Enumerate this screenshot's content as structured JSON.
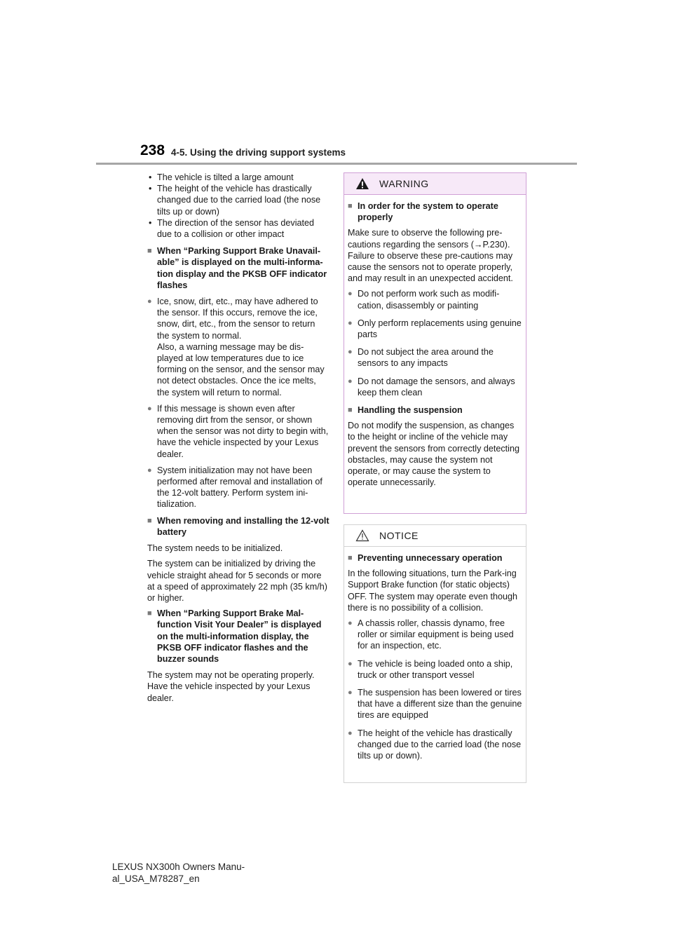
{
  "header": {
    "page_number": "238",
    "section_title": "4-5. Using the driving support systems"
  },
  "left": {
    "conditions": [
      "The vehicle is tilted a large amount",
      "The height of the vehicle has drastically changed due to the carried load (the nose tilts up or down)",
      "The direction of the sensor has deviated due to a collision or other impact"
    ],
    "unavailable_heading": "When “Parking Support Brake Unavail-able” is displayed on the multi-informa-tion display and the PKSB OFF indicator flashes",
    "unavailable_bullets": [
      "Ice, snow, dirt, etc., may have adhered to the sensor. If this occurs, remove the ice, snow, dirt, etc., from the sensor to return the system to normal.",
      "If this message is shown even after removing dirt from the sensor, or shown when the sensor was not dirty to begin with, have the vehicle inspected by your Lexus dealer.",
      "System initialization may not have been performed after removal and installation of the 12-volt battery. Perform system ini-tialization."
    ],
    "unavailable_bullet_extra": "Also, a warning message may be dis-played at low temperatures due to ice forming on the sensor, and the sensor may not detect obstacles. Once the ice melts, the system will return to normal.",
    "battery_heading": "When removing and installing the 12-volt battery",
    "battery_para1": "The system needs to be initialized.",
    "battery_para2": "The system can be initialized by driving the vehicle straight ahead for 5 seconds or more at a speed of approximately 22 mph (35 km/h) or higher.",
    "malfunction_heading": "When “Parking Support Brake Mal-function Visit Your Dealer” is displayed on the multi-information display, the PKSB OFF indicator flashes and the buzzer sounds",
    "malfunction_para": "The system may not be operating properly. Have the vehicle inspected by your Lexus dealer."
  },
  "warning": {
    "title": "WARNING",
    "heading1": "In order for the system to operate properly",
    "para1": "Make sure to observe the following pre-cautions regarding the sensors (→P.230). Failure to observe these pre-cautions may cause the sensors not to operate properly, and may result in an unexpected accident.",
    "bullets": [
      "Do not perform work such as modifi-cation, disassembly or painting",
      "Only perform replacements using genuine parts",
      "Do not subject the area around the sensors to any impacts",
      "Do not damage the sensors, and always keep them clean"
    ],
    "heading2": "Handling the suspension",
    "para2": "Do not modify the suspension, as changes to the height or incline of the vehicle may prevent the sensors from correctly detecting obstacles, may cause the system not operate, or may cause the system to operate unnecessarily."
  },
  "notice": {
    "title": "NOTICE",
    "heading": "Preventing unnecessary operation",
    "para": "In the following situations, turn the Park-ing Support Brake function (for static objects) OFF. The system may operate even though there is no possibility of a collision.",
    "bullets": [
      "A chassis roller, chassis dynamo, free roller or similar equipment is being used for an inspection, etc.",
      "The vehicle is being loaded onto a ship, truck or other transport vessel",
      "The suspension has been lowered or tires that have a different size than the genuine tires are equipped",
      "The height of the vehicle has drastically changed due to the carried load (the nose tilts up or down)."
    ]
  },
  "footer": {
    "line1": "LEXUS NX300h Owners Manu-",
    "line2": "al_USA_M78287_en"
  },
  "colors": {
    "warning_border": "#d0a0d6",
    "warning_header_bg": "#f7e9f8",
    "bullet_gray": "#7a7a7a",
    "rule_gray": "#a6a6a6"
  }
}
